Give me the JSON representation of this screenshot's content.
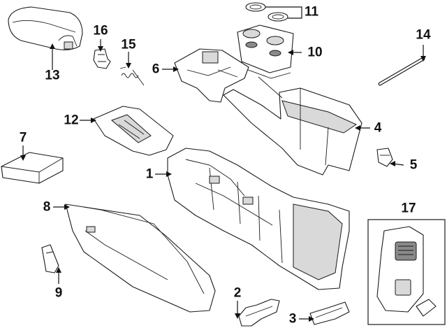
{
  "callouts": [
    {
      "id": "c1",
      "text": "1"
    },
    {
      "id": "c2",
      "text": "2"
    },
    {
      "id": "c3",
      "text": "3"
    },
    {
      "id": "c4",
      "text": "4"
    },
    {
      "id": "c5",
      "text": "5"
    },
    {
      "id": "c6",
      "text": "6"
    },
    {
      "id": "c7",
      "text": "7"
    },
    {
      "id": "c8",
      "text": "8"
    },
    {
      "id": "c9",
      "text": "9"
    },
    {
      "id": "c10",
      "text": "10"
    },
    {
      "id": "c11",
      "text": "11"
    },
    {
      "id": "c12",
      "text": "12"
    },
    {
      "id": "c13",
      "text": "13"
    },
    {
      "id": "c14",
      "text": "14"
    },
    {
      "id": "c15",
      "text": "15"
    },
    {
      "id": "c16",
      "text": "16"
    },
    {
      "id": "c17",
      "text": "17"
    }
  ]
}
